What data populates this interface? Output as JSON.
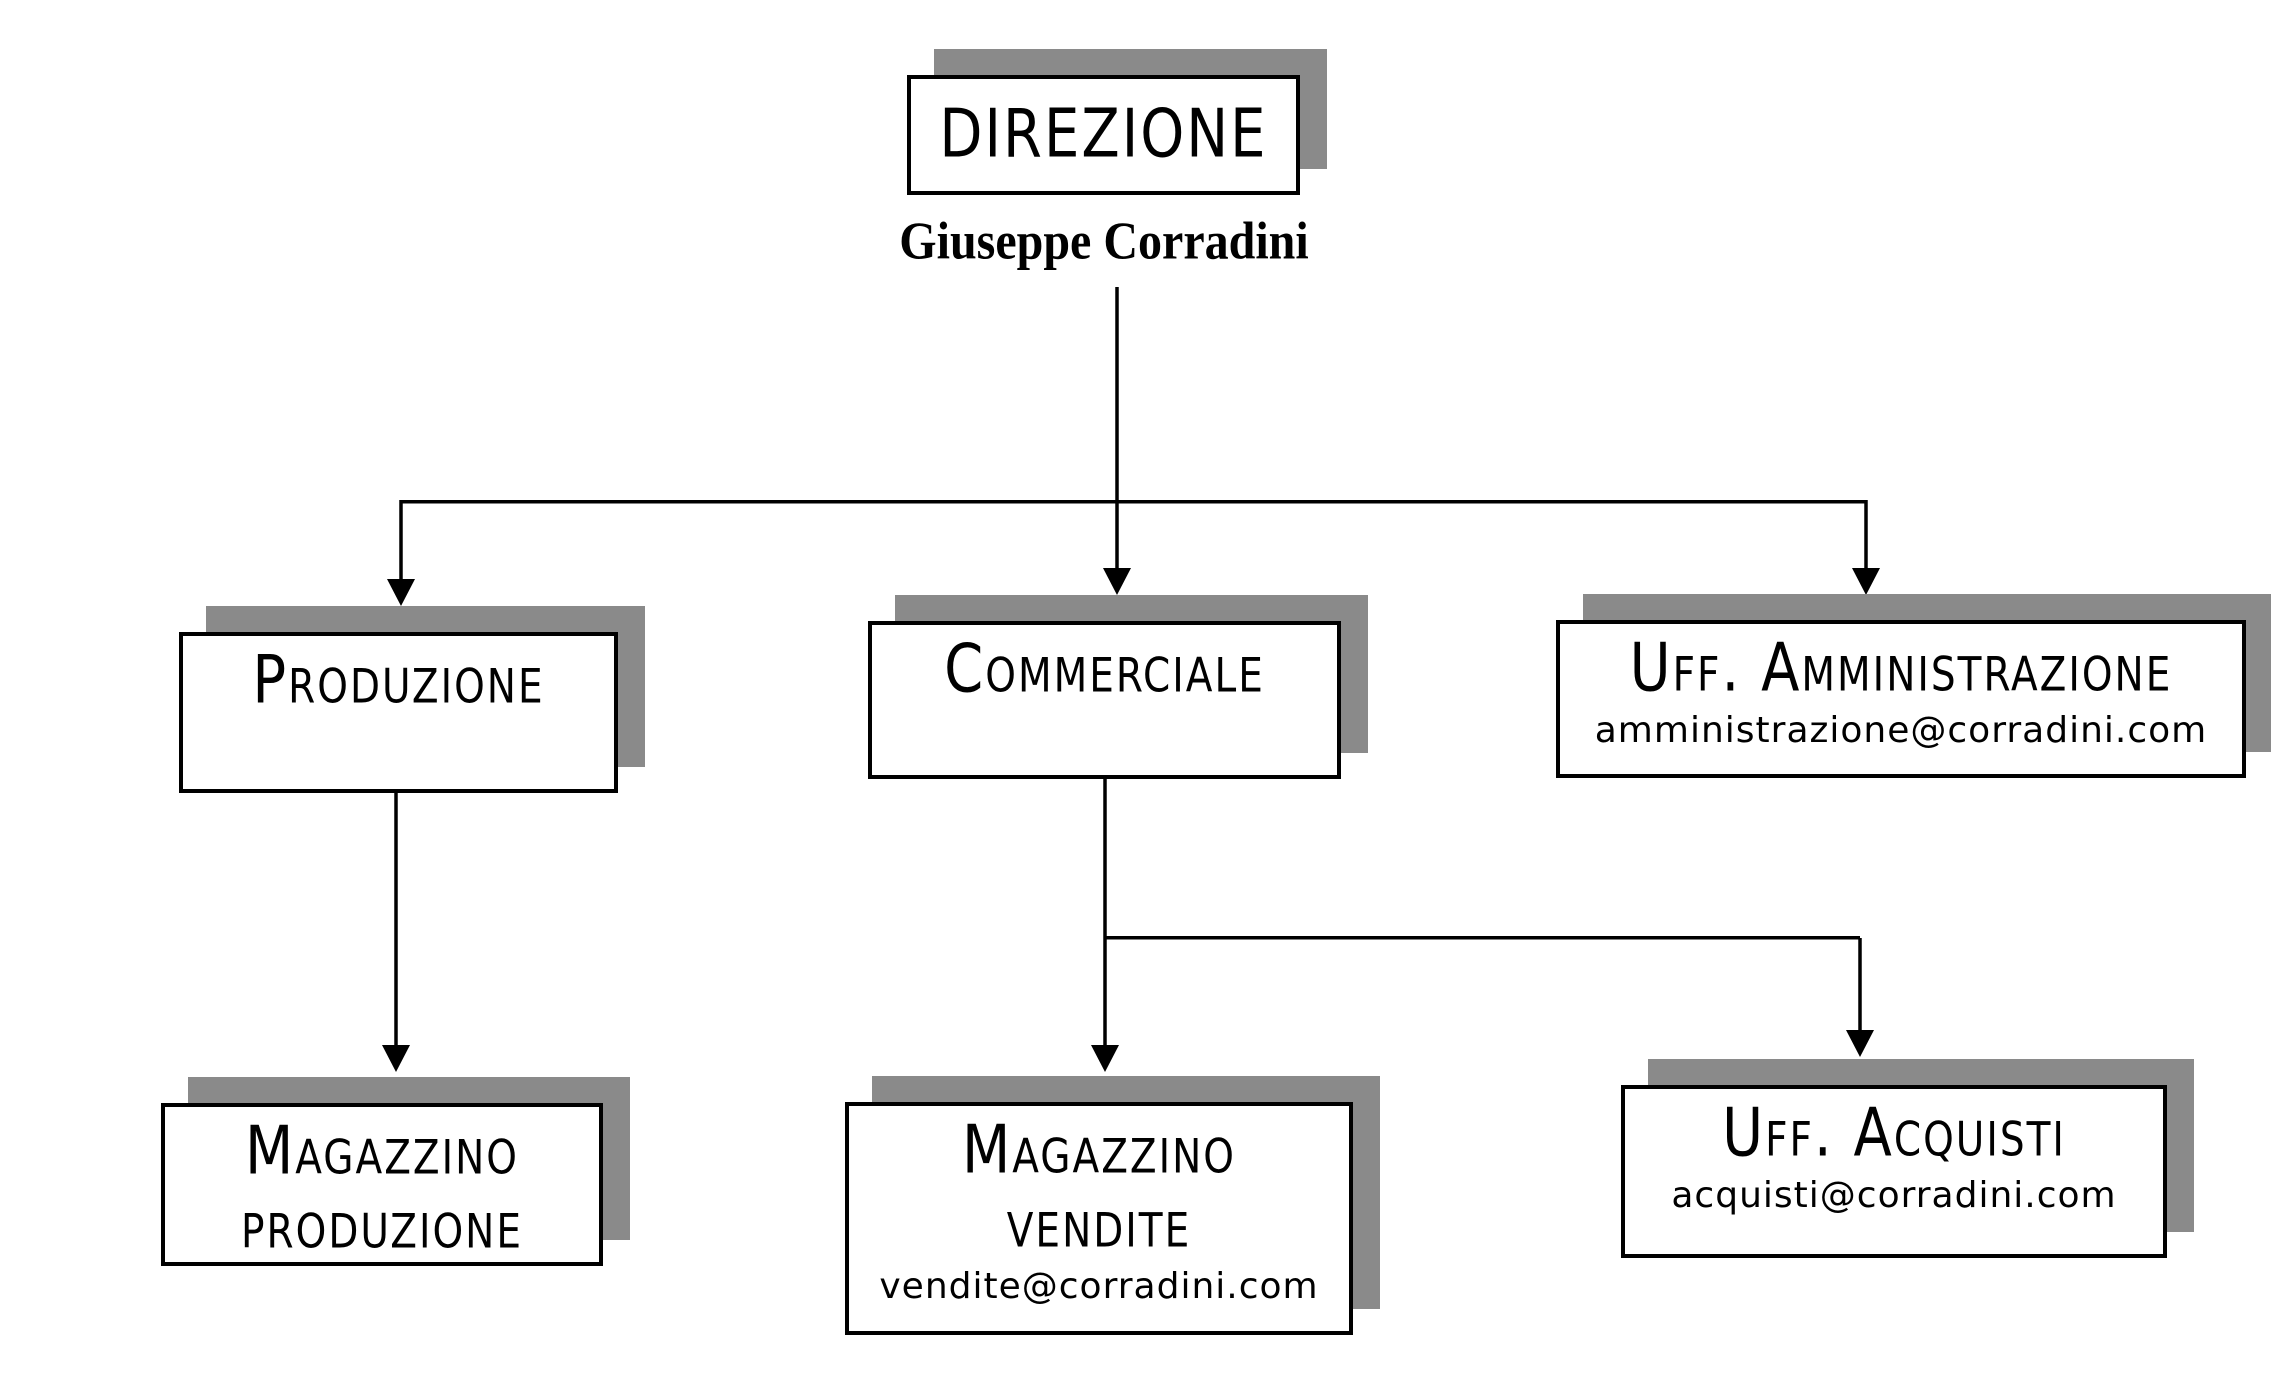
{
  "palette": {
    "background": "#ffffff",
    "box_fill": "#ffffff",
    "box_border": "#000000",
    "box_shadow": "#8a8a8a",
    "text": "#000000",
    "connector": "#000000"
  },
  "person": {
    "name": "Giuseppe Corradini"
  },
  "nodes": {
    "direzione": {
      "label": "DIREZIONE"
    },
    "produzione": {
      "label": "Produzione"
    },
    "commerciale": {
      "label": "Commerciale"
    },
    "uff_amministrazione": {
      "label": "Uff. Amministrazione",
      "email": "amministrazione@corradini.com"
    },
    "magazzino_produzione": {
      "line1": "Magazzino",
      "line2": "produzione"
    },
    "magazzino_vendite": {
      "line1": "Magazzino",
      "line2": "vendite",
      "email": "vendite@corradini.com"
    },
    "uff_acquisti": {
      "label": "Uff. Acquisti",
      "email": "acquisti@corradini.com"
    }
  },
  "edges": [
    {
      "from": "direzione",
      "to": "produzione"
    },
    {
      "from": "direzione",
      "to": "commerciale"
    },
    {
      "from": "direzione",
      "to": "uff_amministrazione"
    },
    {
      "from": "produzione",
      "to": "magazzino_produzione"
    },
    {
      "from": "commerciale",
      "to": "magazzino_vendite"
    },
    {
      "from": "commerciale",
      "to": "uff_acquisti"
    }
  ]
}
